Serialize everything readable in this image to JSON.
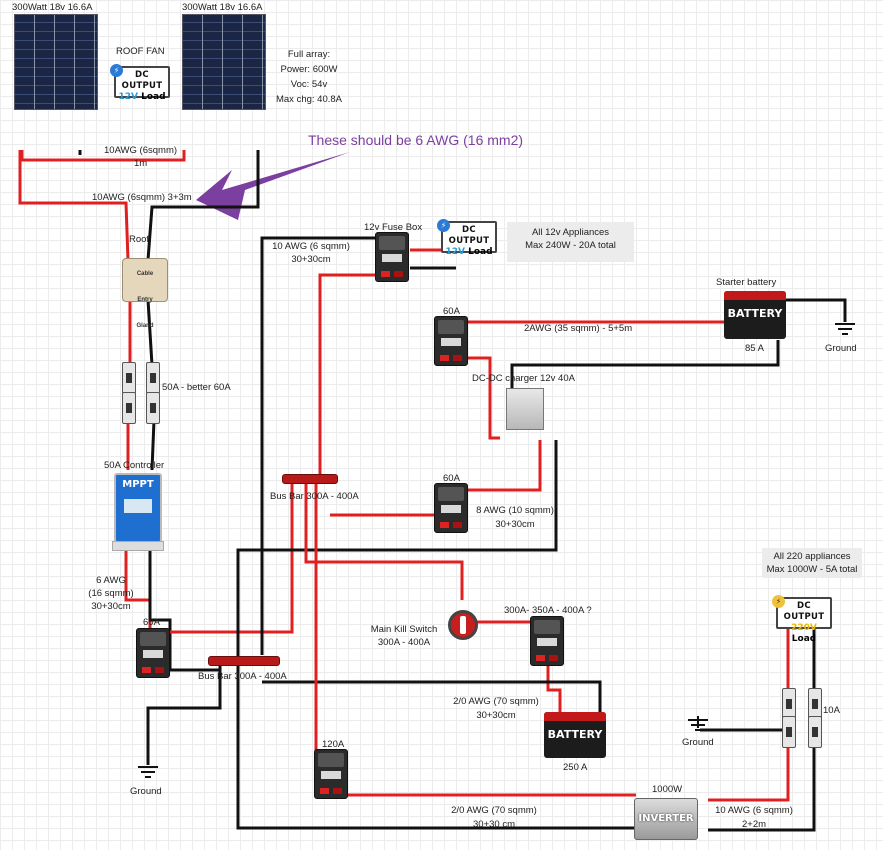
{
  "panels": {
    "left_label": "300Watt 18v 16.6A",
    "right_label": "300Watt 18v 16.6A"
  },
  "roof_fan": {
    "label": "ROOF FAN",
    "load_title": "DC OUTPUT",
    "load_voltage": "12V",
    "load_word": "Load"
  },
  "full_array": {
    "title": "Full array:",
    "power": "Power: 600W",
    "voc": "Voc: 54v",
    "max_chg": "Max chg: 40.8A"
  },
  "wires": {
    "panel_link": "10AWG (6sqmm)",
    "panel_link_len": "1m",
    "array_feed": "10AWG (6sqmm) 3+3m",
    "fuse_box_feed": "10 AWG (6 sqmm)",
    "fuse_box_feed_len": "30+30cm",
    "starter_link": "2AWG (35 sqmm) - 5+5m",
    "dcdc_out": "8 AWG (10 sqmm)",
    "dcdc_out_len": "30+30cm",
    "controller_out_1": "6 AWG",
    "controller_out_2": "(16 sqmm)",
    "controller_out_3": "30+30cm",
    "battery_link": "2/0 AWG (70 sqmm)",
    "battery_link_len": "30+30cm",
    "inverter_feed": "2/0 AWG (70 sqmm)",
    "inverter_feed_len": "30+30 cm",
    "ac_out": "10 AWG (6 sqmm)",
    "ac_out_len": "2+2m"
  },
  "annotation": {
    "text": "These should be 6 AWG (16 mm2)",
    "color": "#7b3fa0"
  },
  "roof_gland": {
    "label": "Roof",
    "text1": "Cable",
    "text2": "Entry",
    "text3": "Gland"
  },
  "breaker_pv": {
    "label": "50A - better 60A"
  },
  "controller": {
    "label": "50A Controller",
    "name": "MPPT"
  },
  "fuse_box": {
    "label": "12v Fuse Box",
    "load_title": "DC OUTPUT",
    "load_voltage": "12V",
    "load_word": "Load"
  },
  "appliances_12v": {
    "line1": "All 12v Appliances",
    "line2": "Max 240W - 20A total"
  },
  "starter_battery": {
    "label": "Starter battery",
    "name": "BATTERY",
    "rating": "85 A"
  },
  "ground_labels": {
    "starter": "Ground",
    "main": "Ground",
    "ac": "Ground"
  },
  "breakers": {
    "starter": "60A",
    "dcdc": "60A",
    "controller": "60A",
    "inverter": "120A",
    "battery_main": "300A- 350A - 400A ?"
  },
  "dcdc": {
    "label": "DC-DC charger 12v 40A"
  },
  "bus_bar_top": {
    "label": "Bus Bar 300A - 400A"
  },
  "bus_bar_bottom": {
    "label": "Bus Bar 300A - 400A"
  },
  "kill_switch": {
    "label1": "Main Kill Switch",
    "label2": "300A - 400A"
  },
  "main_battery": {
    "name": "BATTERY",
    "rating": "250 A"
  },
  "inverter": {
    "label": "1000W",
    "name": "INVERTER"
  },
  "appliances_220": {
    "line1": "All 220 appliances",
    "line2": "Max 1000W - 5A total",
    "load_title": "DC OUTPUT",
    "load_voltage": "220V",
    "load_word": "Load"
  },
  "ac_breaker": {
    "label": "10A"
  },
  "colors": {
    "positive": "#e02020",
    "negative": "#111111",
    "accent_12v": "#2a9ad6",
    "accent_220v": "#e8b800"
  }
}
